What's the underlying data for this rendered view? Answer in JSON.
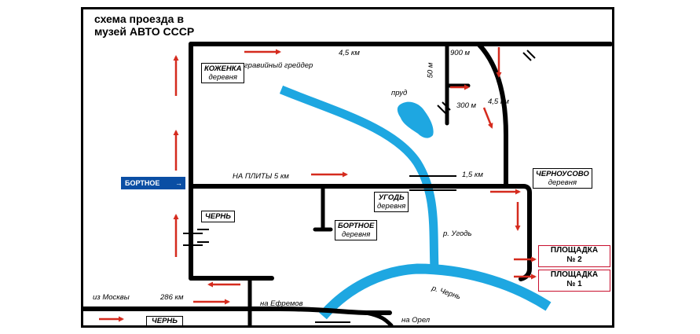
{
  "title": {
    "line1": "схема проезда в",
    "line2": "музей АВТО СССР"
  },
  "colors": {
    "road": "#000000",
    "river": "#1ea7e1",
    "arrow": "#d52b1e",
    "sign": "#0a4ea4",
    "redbox_border": "#c8102e"
  },
  "sign": {
    "label": "БОРТНОЕ",
    "arrow": "→"
  },
  "villages": {
    "kozhenka": {
      "name": "КОЖЕНКА",
      "sub": "деревня"
    },
    "ugod": {
      "name": "УГОДЬ",
      "sub": "деревня"
    },
    "bortnoe": {
      "name": "БОРТНОЕ",
      "sub": "деревня"
    },
    "chernousovo": {
      "name": "ЧЕРНОУСОВО",
      "sub": "деревня"
    },
    "chern_top": {
      "name": "ЧЕРНЬ"
    },
    "chern_bottom": {
      "name": "ЧЕРНЬ"
    }
  },
  "sites": {
    "p2": {
      "line1": "ПЛОЩАДКА",
      "line2": "№ 2"
    },
    "p1": {
      "line1": "ПЛОЩАДКА",
      "line2": "№ 1"
    }
  },
  "labels": {
    "grader": "гравийный грейдер",
    "d45_top": "4,5 км",
    "d900": "900 м",
    "d50": "50 м",
    "pond": "пруд",
    "d300": "300 м",
    "d45_right": "4,5 км",
    "to_plity": "НА ПЛИТЫ 5 км",
    "d15": "1,5 км",
    "river_ugod": "р. Угодь",
    "river_chern": "р. Чернь",
    "from_moscow": "из Москвы",
    "d286": "286 км",
    "to_efremov": "на Ефремов",
    "to_orel": "на Орел"
  }
}
